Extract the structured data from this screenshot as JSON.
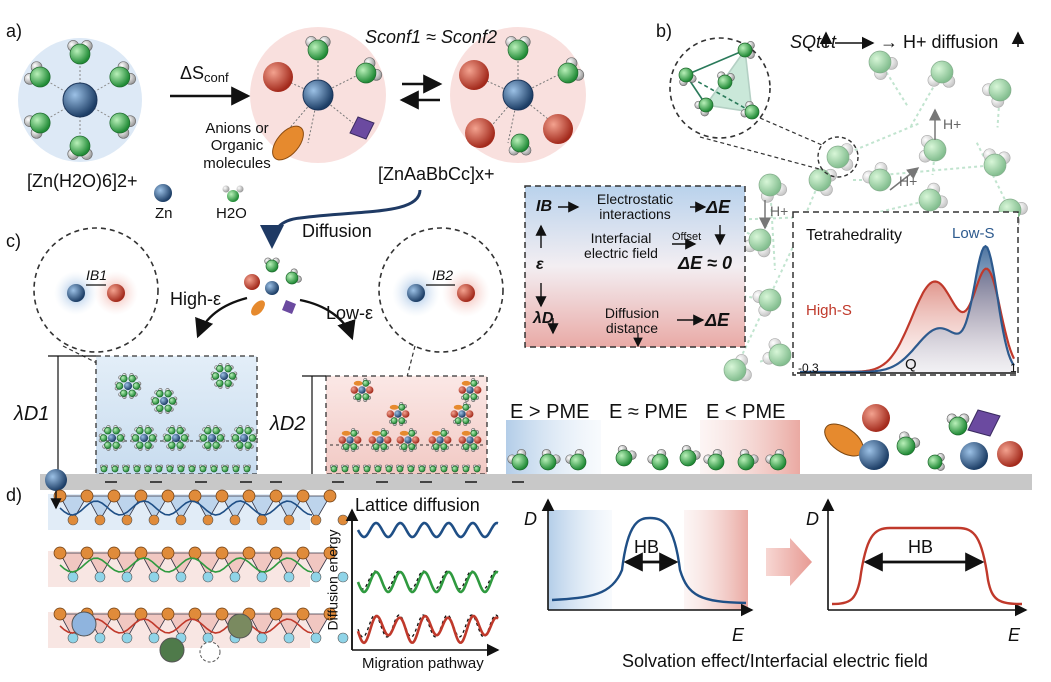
{
  "panels": {
    "a": "a)",
    "b": "b)",
    "c": "c)",
    "d": "d)"
  },
  "panel_a": {
    "complex1": "[Zn(H2O)6]2+",
    "delta_s": "ΔS",
    "delta_s_sub": "conf",
    "s_eq": "Sconf1 ≈ Sconf2",
    "anions_label_lines": [
      "Anions or",
      "Organic",
      "molecules"
    ],
    "complex2": "[ZnAaBbCc]x+",
    "legend_zn": "Zn",
    "legend_h2o": "H2O",
    "diffusion": "Diffusion"
  },
  "panel_b": {
    "s_qtet": "SQtet",
    "h_diffusion": "→ H+ diffusion",
    "h_plus": "H+",
    "chart_title": "Tetrahedrality",
    "low_s": "Low-S",
    "high_s": "High-S",
    "x_label": "Q",
    "x_min": "-0.3",
    "x_max": "1"
  },
  "box_mid": {
    "ib": "IB",
    "electrostatic_lines": [
      "Electrostatic",
      "interactions"
    ],
    "delta_e": "ΔE",
    "interfacial_lines": [
      "Interfacial",
      "electric field"
    ],
    "offset": "Offset",
    "eps": "ε",
    "delta_e_zero": "ΔE ≈ 0",
    "lambda": "λD",
    "diffusion_lines": [
      "Diffusion",
      "distance"
    ]
  },
  "panel_c": {
    "ib1": "IB1",
    "ib2": "IB2",
    "high_eps": "High-ε",
    "low_eps": "Low-ε",
    "lambda_d1": "λD1",
    "lambda_d2": "λD2",
    "e_gt": "E > PME",
    "e_eq": "E ≈ PME",
    "e_lt": "E < PME"
  },
  "panel_d": {
    "lattice_title": "Lattice diffusion",
    "y_label": "Diffusion energy",
    "x_label": "Migration pathway",
    "d_axis": "D",
    "e_axis": "E",
    "hb": "HB",
    "caption": "Solvation effect/Interfacial electric field"
  },
  "colors": {
    "blue": "#2d5a8e",
    "red": "#c0392b",
    "green": "#3a9a4a",
    "zn": "#2f5f93"
  }
}
